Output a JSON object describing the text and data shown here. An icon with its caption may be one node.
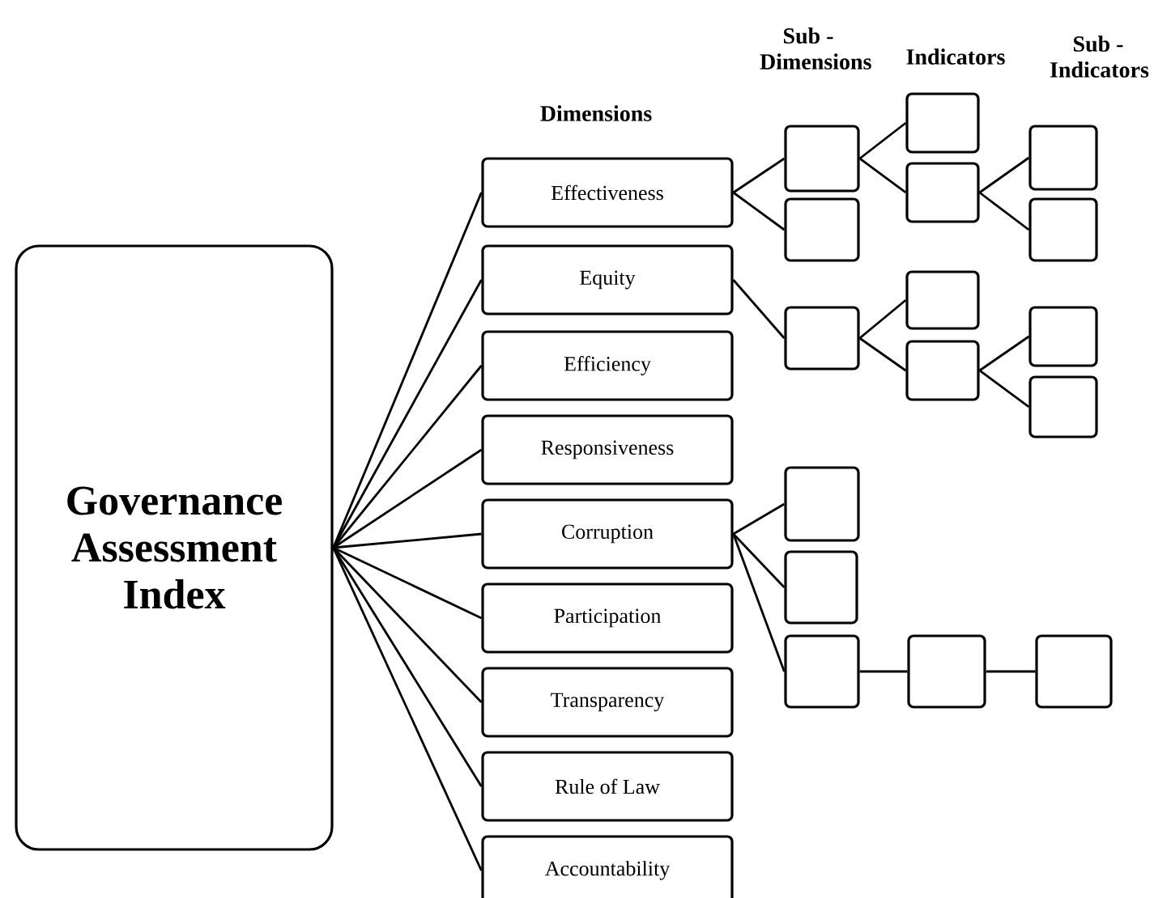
{
  "diagram": {
    "nodes": [
      {
        "text": [
          "Governance Assessment Index"
        ]
      },
      {
        "text": [
          "Effectiveness"
        ]
      },
      {
        "text": [
          "Equity"
        ]
      },
      {
        "text": [
          "Efficiency"
        ]
      },
      {
        "text": [
          "Responsiveness"
        ]
      },
      {
        "text": [
          "Corruption"
        ]
      },
      {
        "text": [
          "Participation"
        ]
      },
      {
        "text": [
          "Transparency"
        ]
      },
      {
        "text": [
          "Rule of Law"
        ]
      },
      {
        "text": [
          "Accountability"
        ]
      },
      {
        "text": [],
        "shape": "box"
      },
      {
        "text": [],
        "shape": "box"
      },
      {
        "text": [],
        "shape": "box"
      },
      {
        "text": [],
        "shape": "box"
      },
      {
        "text": [],
        "shape": "box"
      },
      {
        "text": [],
        "shape": "box"
      },
      {
        "text": [],
        "shape": "box"
      },
      {
        "text": [],
        "shape": "box"
      },
      {
        "text": [],
        "shape": "box"
      },
      {
        "text": [],
        "shape": "box"
      },
      {
        "text": [],
        "shape": "box"
      },
      {
        "text": [],
        "shape": "box"
      },
      {
        "text": [],
        "shape": "box"
      },
      {
        "text": [],
        "shape": "box"
      },
      {
        "text": [],
        "shape": "box"
      },
      {
        "text": [],
        "shape": "box"
      }
    ],
    "edges": [
      {
        "from": 0,
        "to": 1,
        "arrow": "none"
      },
      {
        "from": 0,
        "to": 2,
        "arrow": "none"
      },
      {
        "from": 0,
        "to": 3,
        "arrow": "none"
      },
      {
        "from": 0,
        "to": 4,
        "arrow": "none"
      },
      {
        "from": 0,
        "to": 5,
        "arrow": "none"
      },
      {
        "from": 0,
        "to": 6,
        "arrow": "none"
      },
      {
        "from": 0,
        "to": 7,
        "arrow": "none"
      },
      {
        "from": 0,
        "to": 8,
        "arrow": "none"
      },
      {
        "from": 0,
        "to": 9,
        "arrow": "none"
      },
      {
        "from": 1,
        "to": 10,
        "arrow": "none"
      },
      {
        "from": 1,
        "to": 11,
        "arrow": "none"
      },
      {
        "from": 10,
        "to": 12,
        "arrow": "none"
      },
      {
        "from": 10,
        "to": 13,
        "arrow": "none"
      },
      {
        "from": 13,
        "to": 14,
        "arrow": "none"
      },
      {
        "from": 13,
        "to": 15,
        "arrow": "none"
      },
      {
        "from": 2,
        "to": 16,
        "arrow": "none"
      },
      {
        "from": 16,
        "to": 17,
        "arrow": "none"
      },
      {
        "from": 16,
        "to": 18,
        "arrow": "none"
      },
      {
        "from": 18,
        "to": 19,
        "arrow": "none"
      },
      {
        "from": 18,
        "to": 20,
        "arrow": "none"
      },
      {
        "from": 5,
        "to": 21,
        "arrow": "none"
      },
      {
        "from": 5,
        "to": 22,
        "arrow": "none"
      },
      {
        "from": 5,
        "to": 23,
        "arrow": "none"
      },
      {
        "from": 23,
        "to": 24,
        "arrow": "none"
      },
      {
        "from": 24,
        "to": 25,
        "arrow": "none"
      }
    ],
    "labels": [
      "Dimensions",
      "Sub - Dimensions",
      "Indicators",
      "Sub - Indicators"
    ]
  }
}
